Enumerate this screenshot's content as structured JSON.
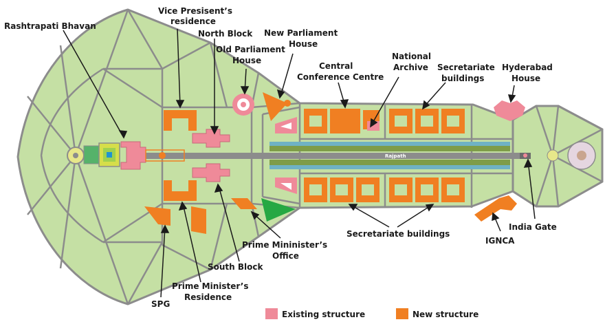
{
  "colors": {
    "green": "#c5e0a4",
    "road": "#8c8c8c",
    "existing": "#ef8a99",
    "new": "#f07f22",
    "pm_office": "#25a843",
    "water": "#6fb2c4",
    "lawn": "#7e9c48"
  },
  "labels": {
    "rashtrapati": "Rashtrapati Bhavan",
    "vp_1": "Vice Presisent’s",
    "vp_2": "residence",
    "north_block": "North Block",
    "new_parl_1": "New Parliament",
    "new_parl_2": "House",
    "old_parl_1": "Old Parliament",
    "old_parl_2": "House",
    "ccc_1": "Central",
    "ccc_2": "Conference Centre",
    "archive_1": "National",
    "archive_2": "Archive",
    "sec_top_1": "Secretariate",
    "sec_top_2": "buildings",
    "hyderabad_1": "Hyderabad",
    "hyderabad_2": "House",
    "rajpath": "Rajpath",
    "sec_bottom": "Secretariate buildings",
    "pmo_1": "Prime Mininister’s",
    "pmo_2": "Office",
    "south_block": "South Block",
    "pm_res_1": "Prime Minister’s",
    "pm_res_2": "Residence",
    "spg": "SPG",
    "india_gate": "India Gate",
    "ignca": "IGNCA"
  },
  "legend": [
    {
      "label": "Existing structure",
      "color": "#ef8a99"
    },
    {
      "label": "New structure",
      "color": "#f07f22"
    }
  ]
}
